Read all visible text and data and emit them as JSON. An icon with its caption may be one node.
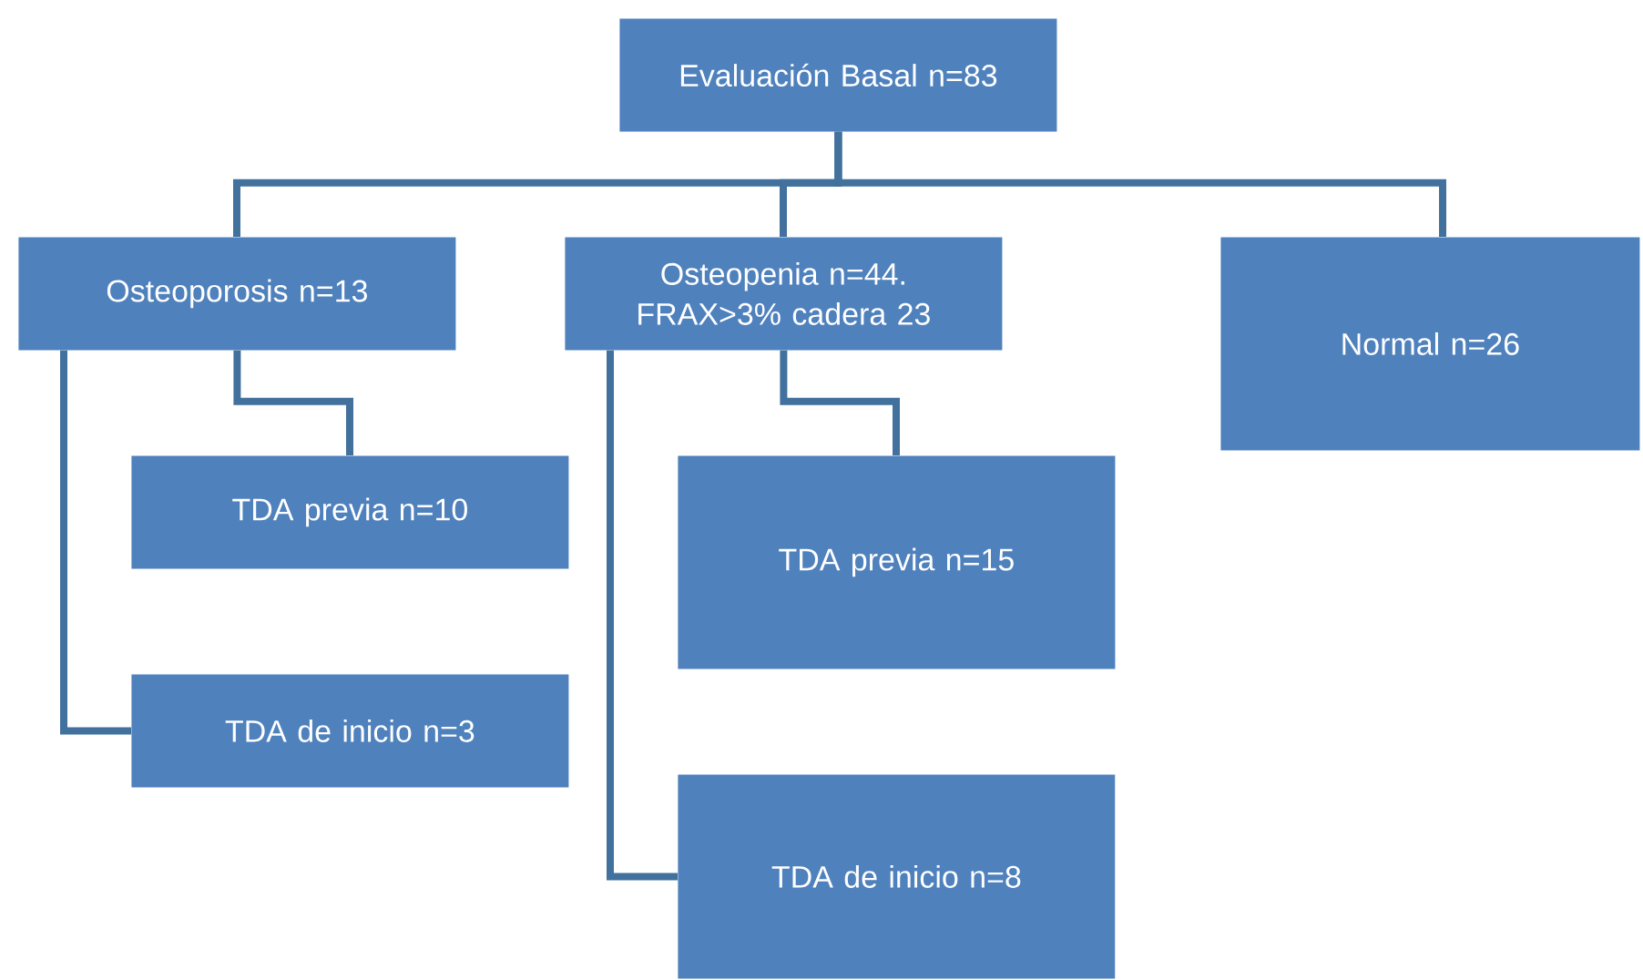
{
  "diagram": {
    "nodes": [
      {
        "text": [
          "Evaluación Basal n=83"
        ]
      },
      {
        "text": [
          "Osteoporosis n=13"
        ]
      },
      {
        "text": [
          "Osteopenia n=44. FRAX>3% cadera 23"
        ]
      },
      {
        "text": [
          "Normal n=26"
        ]
      },
      {
        "text": [
          "TDA previa n=10"
        ]
      },
      {
        "text": [
          "TDA de inicio n=3"
        ]
      },
      {
        "text": [
          "TDA previa n=15"
        ]
      },
      {
        "text": [
          "TDA de inicio n=8"
        ]
      }
    ],
    "edges": [
      {
        "from": 0,
        "to": 1,
        "arrow": "none"
      },
      {
        "from": 0,
        "to": 2,
        "arrow": "none"
      },
      {
        "from": 0,
        "to": 3,
        "arrow": "none"
      },
      {
        "from": 1,
        "to": 4,
        "arrow": "none"
      },
      {
        "from": 1,
        "to": 5,
        "arrow": "none"
      },
      {
        "from": 2,
        "to": 6,
        "arrow": "none"
      },
      {
        "from": 2,
        "to": 7,
        "arrow": "none"
      }
    ]
  }
}
